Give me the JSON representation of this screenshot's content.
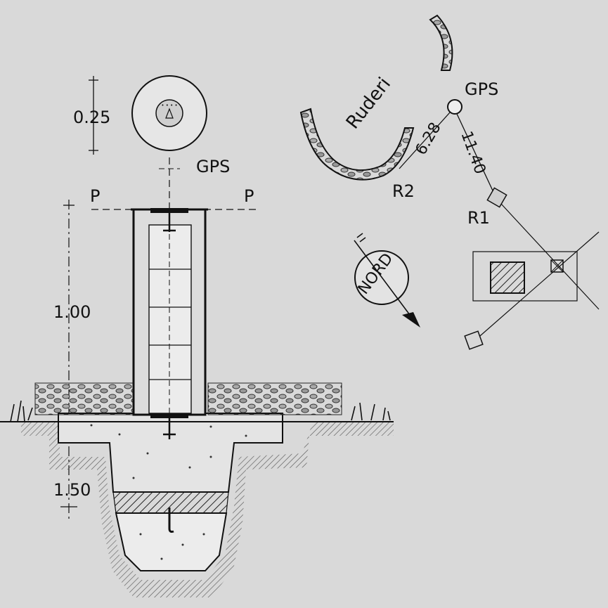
{
  "dimensions": {
    "marker_diameter": "0.25",
    "column_height": "1.00",
    "foundation_depth": "1.50"
  },
  "labels": {
    "gps_elevation": "GPS",
    "section_left": "P",
    "section_right": "P",
    "ruins": "Ruderi",
    "gps_plan": "GPS",
    "distance_r2": "6.28",
    "distance_r1": "11.40",
    "ref_r1": "R1",
    "ref_r2": "R2",
    "north": "NORD"
  },
  "colors": {
    "background": "#d9d9d9",
    "ink": "#111111"
  }
}
